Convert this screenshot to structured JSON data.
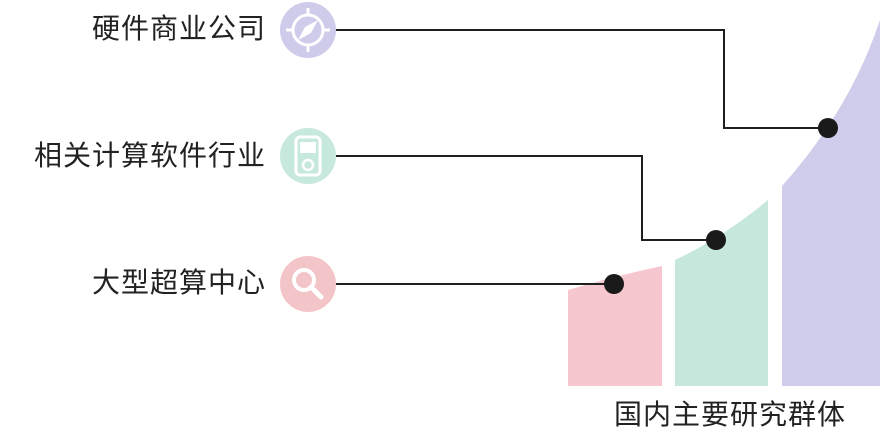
{
  "items": [
    {
      "label": "硬件商业公司",
      "icon": "compass-icon",
      "color": "#cfcbeb"
    },
    {
      "label": "相关计算软件行业",
      "icon": "music-player-icon",
      "color": "#c6e8dd"
    },
    {
      "label": "大型超算中心",
      "icon": "magnifier-icon",
      "color": "#f3c5c8"
    }
  ],
  "caption": "国内主要研究群体"
}
